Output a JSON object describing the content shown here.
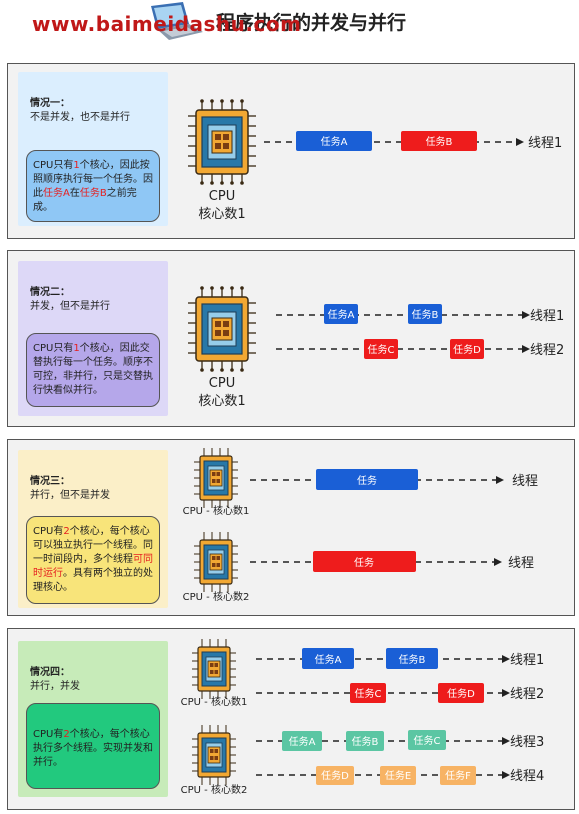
{
  "header": {
    "watermark": "www.baimeidashu.com",
    "title": "程序执行的并发与并行"
  },
  "cases": [
    {
      "heading": "情况一：",
      "subtitle": "不是并发，也不是并行",
      "desc_parts": [
        "CPU只有",
        "1",
        "个核心，因此按照顺序执行每一个任务。因此",
        "任务A",
        "在",
        "任务B",
        "之前完成。"
      ],
      "cpu_label_1": "CPU",
      "cpu_label_2": "核心数1",
      "tasks": [
        "任务A",
        "任务B"
      ],
      "threads": [
        "线程1"
      ]
    },
    {
      "heading": "情况二：",
      "subtitle": "并发，但不是并行",
      "desc_parts": [
        "CPU只有",
        "1",
        "个核心，因此交替执行每一个任务。顺序不可控，非并行，只是交替执行快看似并行。"
      ],
      "cpu_label_1": "CPU",
      "cpu_label_2": "核心数1",
      "tasks": [
        "任务A",
        "任务B",
        "任务C",
        "任务D"
      ],
      "threads": [
        "线程1",
        "线程2"
      ]
    },
    {
      "heading": "情况三：",
      "subtitle": "并行，但不是并发",
      "desc_parts": [
        "CPU有",
        "2",
        "个核心，每个核心可以独立执行一个线程。同一时间段内，多个线程",
        "可同时运行",
        "。具有两个独立的处理核心。"
      ],
      "cpu_labels": [
        "CPU - 核心数1",
        "CPU - 核心数2"
      ],
      "tasks": [
        "任务",
        "任务"
      ],
      "threads": [
        "线程",
        "线程"
      ]
    },
    {
      "heading": "情况四：",
      "subtitle": "并行，并发",
      "desc_parts": [
        "CPU有",
        "2",
        "个核心，每个核心执行多个线程。实现并发和并行。"
      ],
      "cpu_labels": [
        "CPU - 核心数1",
        "CPU - 核心数2"
      ],
      "tasks": [
        "任务A",
        "任务B",
        "任务C",
        "任务D",
        "任务A",
        "任务B",
        "任务C",
        "任务D",
        "任务E",
        "任务F"
      ],
      "threads": [
        "线程1",
        "线程2",
        "线程3",
        "线程4"
      ]
    }
  ],
  "colors": {
    "blue": "#1a5fd6",
    "red": "#ee1c1c",
    "teal": "#5bc6a3",
    "orange": "#f7b364",
    "case1_bg": "#dbeefe",
    "case2_bg": "#ddd8f7",
    "case3_bg": "#fbefc8",
    "case4_bg": "#c7ebb9"
  }
}
